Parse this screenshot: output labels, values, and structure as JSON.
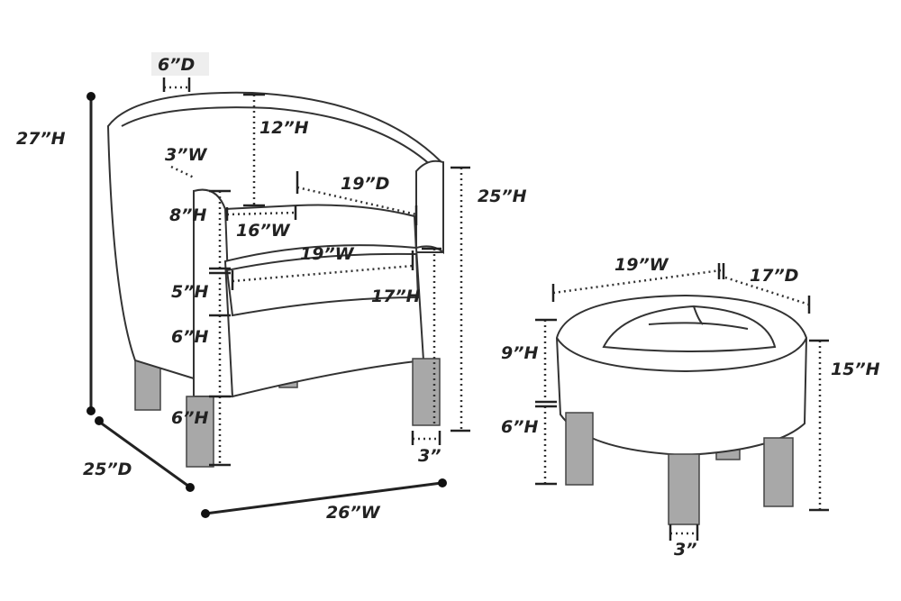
{
  "diagram": {
    "chair": {
      "labels": {
        "arm_depth": "6”D",
        "total_height": "27”H",
        "back_height": "12”H",
        "arm_width": "3”W",
        "inner_depth": "19”D",
        "back_total_height": "25”H",
        "arm_height": "8”H",
        "back_width": "16”W",
        "seat_width": "19”W",
        "seat_height": "17”H",
        "cushion_height": "5”H",
        "base_height": "6”H",
        "leg_height": "6”H",
        "total_depth": "25”D",
        "total_width": "26”W",
        "leg_width": "3”"
      }
    },
    "ottoman": {
      "labels": {
        "width": "19”W",
        "depth": "17”D",
        "top_height": "9”H",
        "total_height": "15”H",
        "leg_height": "6”H",
        "leg_width": "3”"
      }
    }
  }
}
